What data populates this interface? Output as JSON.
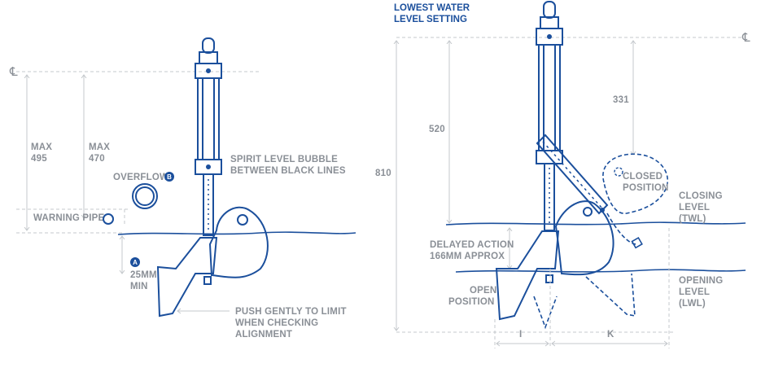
{
  "colors": {
    "blue": "#1b4f9c",
    "grey": "#8a8f96",
    "dim": "#c4c8cc"
  },
  "left": {
    "centerline": "℄",
    "max_495": [
      "MAX",
      "495"
    ],
    "max_470": [
      "MAX",
      "470"
    ],
    "overflow": "OVERFLOW",
    "badge_b": "B",
    "warning_pipe": "WARNING PIPE",
    "spirit_level": [
      "SPIRIT LEVEL BUBBLE",
      "BETWEEN BLACK LINES"
    ],
    "badge_a": "A",
    "min_25": [
      "25MM",
      "MIN"
    ],
    "push_gently": [
      "PUSH GENTLY TO LIMIT",
      "WHEN CHECKING",
      "ALIGNMENT"
    ]
  },
  "right": {
    "lowest_water": [
      "LOWEST WATER",
      "LEVEL SETTING"
    ],
    "centerline": "℄",
    "dim_520": "520",
    "dim_331": "331",
    "dim_810": "810",
    "closed_position": [
      "CLOSED",
      "POSITION"
    ],
    "closing_level": [
      "CLOSING",
      "LEVEL",
      "(TWL)"
    ],
    "delayed_action": [
      "DELAYED ACTION",
      "166MM APPROX"
    ],
    "open_position": [
      "OPEN",
      "POSITION"
    ],
    "opening_level": [
      "OPENING",
      "LEVEL",
      "(LWL)"
    ],
    "dim_i": "I",
    "dim_k": "K"
  }
}
